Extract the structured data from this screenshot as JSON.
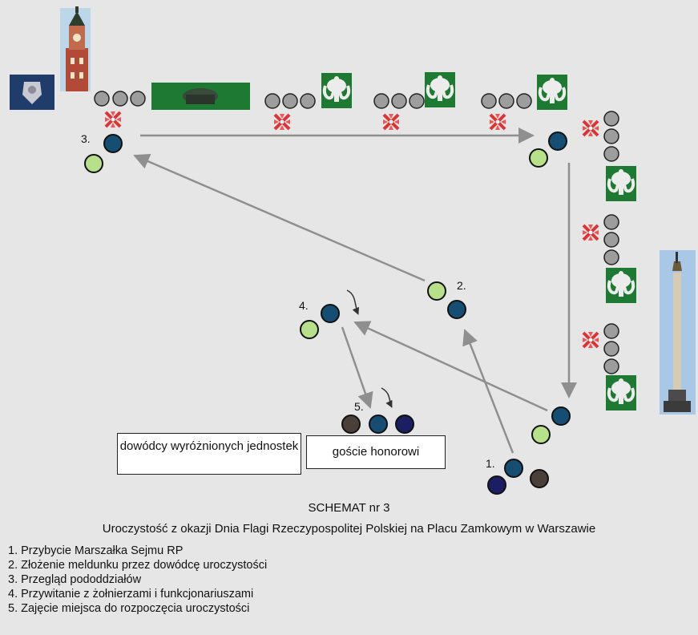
{
  "diagram": {
    "title": "SCHEMAT nr 3",
    "subtitle": "Uroczystość z okazji Dnia Flagi Rzeczypospolitej Polskiej na Placu Zamkowym w Warszawie",
    "legend": [
      "1. Przybycie Marszałka Sejmu RP",
      "2. Złożenie meldunku przez dowódcę uroczystości",
      "3. Przegląd pododdziałów",
      "4. Przywitanie z żołnierzami i funkcjonariuszami",
      "5. Zajęcie miejsca do rozpoczęcia uroczystości"
    ],
    "step_labels": {
      "s1": "1.",
      "s2": "2.",
      "s3": "3.",
      "s4": "4.",
      "s5": "5."
    },
    "boxes": {
      "commanders": "dowódcy wyróżnionych jednostek",
      "guests": "goście honorowi"
    },
    "colors": {
      "background": "#e6e6e6",
      "dark_blue": "#164e73",
      "light_green": "#b7e08b",
      "navy": "#1c1e63",
      "dark_brown": "#4a4039",
      "grey_soldier": "#9d9d9d",
      "banner_green": "#1e7a32",
      "arrow_grey": "#8f8f8f"
    }
  }
}
